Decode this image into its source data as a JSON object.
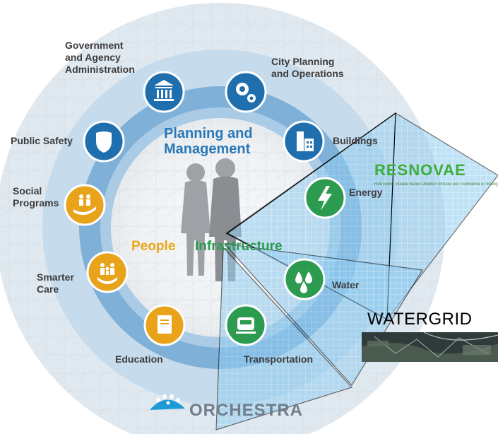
{
  "diagram": {
    "center": {
      "title_line1": "Planning and",
      "title_line2": "Management",
      "people_label": "People",
      "infrastructure_label": "Infrastructure"
    },
    "left_items": [
      {
        "label_lines": [
          "Government",
          "and Agency",
          "Administration"
        ],
        "icon": "institution-icon",
        "color": "#1f6fae"
      },
      {
        "label_lines": [
          "Public Safety"
        ],
        "icon": "shield-icon",
        "color": "#1f6fae"
      },
      {
        "label_lines": [
          "Social",
          "Programs"
        ],
        "icon": "helping-hand-icon",
        "color": "#e8a31a"
      },
      {
        "label_lines": [
          "Smarter",
          "Care"
        ],
        "icon": "family-care-icon",
        "color": "#e8a31a"
      },
      {
        "label_lines": [
          "Education"
        ],
        "icon": "book-icon",
        "color": "#e8a31a"
      }
    ],
    "right_items": [
      {
        "label_lines": [
          "City Planning",
          "and Operations"
        ],
        "icon": "gears-icon",
        "color": "#1f6fae"
      },
      {
        "label_lines": [
          "Buildings"
        ],
        "icon": "building-icon",
        "color": "#1f6fae"
      },
      {
        "label_lines": [
          "Energy"
        ],
        "icon": "lightning-icon",
        "color": "#2c9a4f"
      },
      {
        "label_lines": [
          "Water"
        ],
        "icon": "water-drops-icon",
        "color": "#2c9a4f"
      },
      {
        "label_lines": [
          "Transportation"
        ],
        "icon": "train-icon",
        "color": "#2c9a4f"
      }
    ]
  },
  "logos": {
    "resnovae": "RESNOVAE",
    "resnovae_tagline": "Reti Edifici Strade Nuovi Obiettivi Virtuosi per l'Ambiente e l'Energia",
    "watergrid": "WATERGRID",
    "orchestra": "ORCHESTRA"
  },
  "colors": {
    "ring_outer": "#c9dcec",
    "ring_mid": "#6aa3cf",
    "blue_icon": "#1f6fae",
    "yellow_icon": "#e8a31a",
    "green_icon": "#2c9a4f",
    "beam_fill": "#7fc0ea"
  }
}
